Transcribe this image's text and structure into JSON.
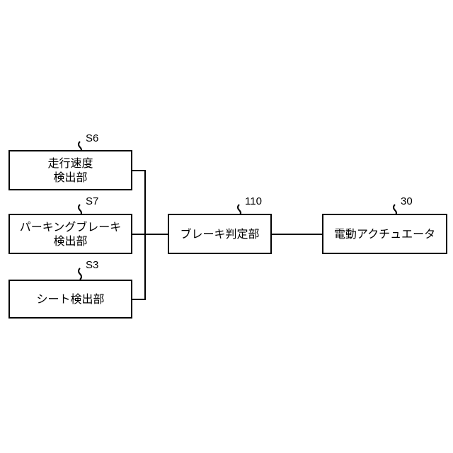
{
  "blocks": {
    "travel_speed": {
      "ref": "S6",
      "line1": "走行速度",
      "line2": "検出部"
    },
    "parking_brake": {
      "ref": "S7",
      "line1": "パーキングブレーキ",
      "line2": "検出部"
    },
    "seat": {
      "ref": "S3",
      "line1": "シート検出部"
    },
    "brake_judge": {
      "ref": "110",
      "line1": "ブレーキ判定部"
    },
    "actuator": {
      "ref": "30",
      "line1": "電動アクチュエータ"
    }
  }
}
